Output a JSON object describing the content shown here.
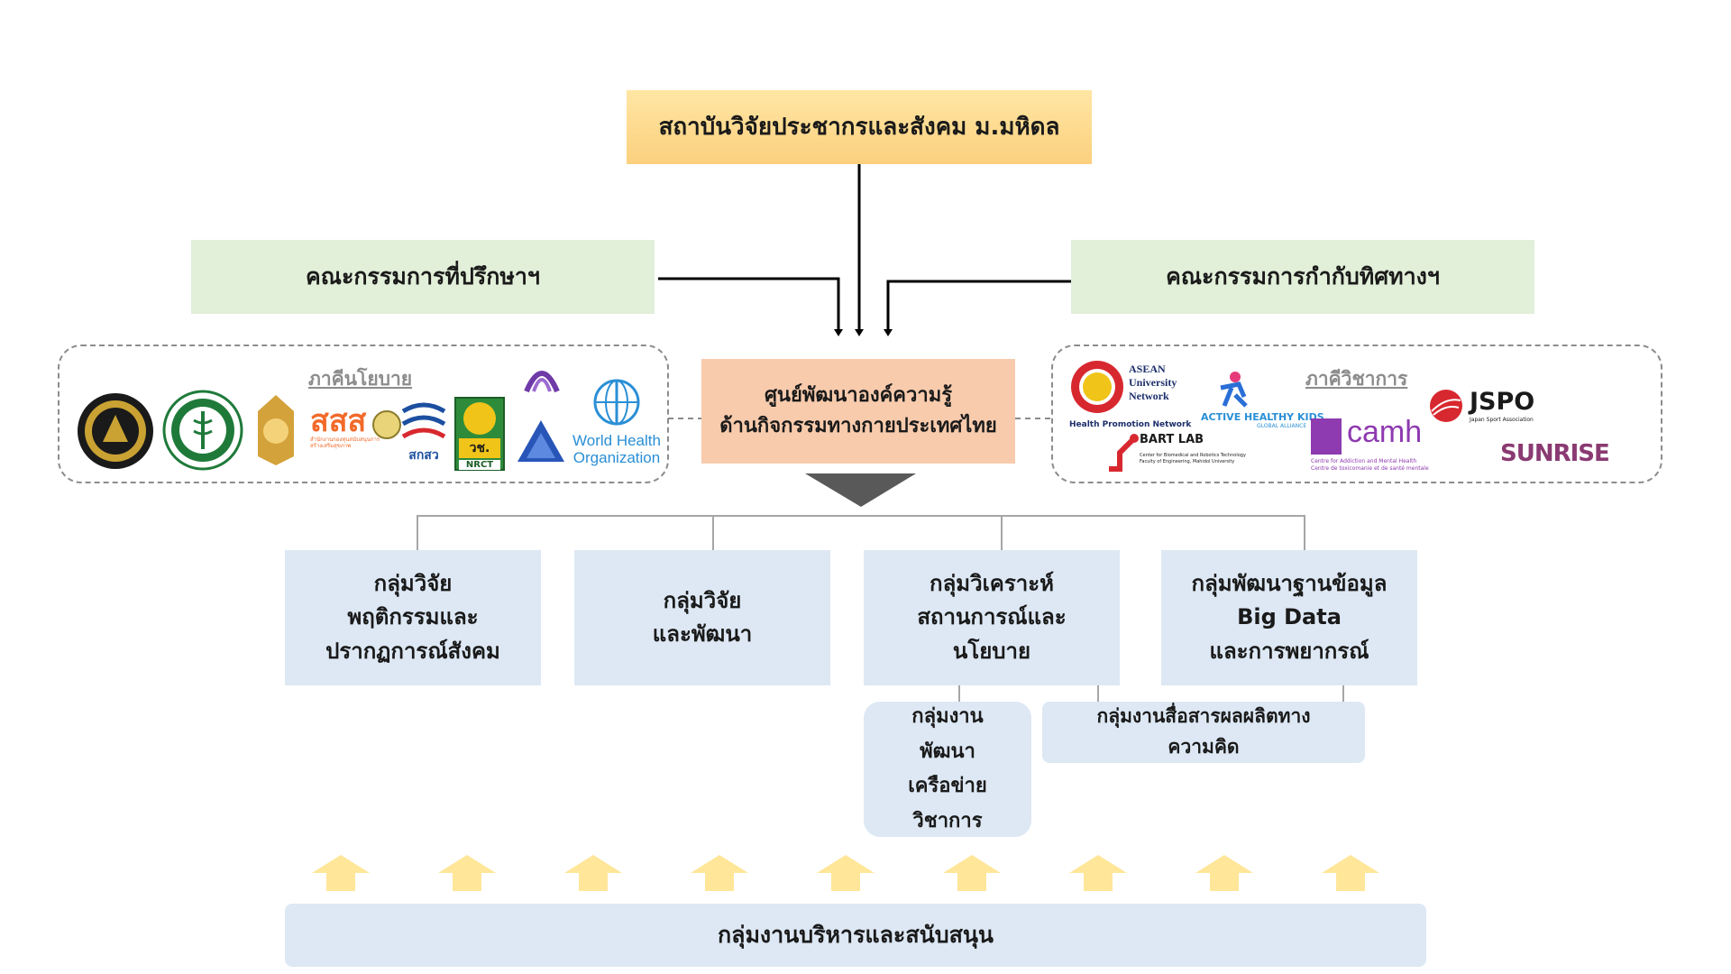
{
  "top_box": "สถาบันวิจัยประชากรและสังคม ม.มหิดล",
  "left_committee": "คณะกรรมการที่ปรึกษาฯ",
  "right_committee": "คณะกรรมการกำกับทิศทางฯ",
  "center_box": {
    "line1": "ศูนย์พัฒนาองค์ความรู้",
    "line2": "ด้านกิจกรรมทางกายประเทศไทย"
  },
  "policy_panel": {
    "title": "ภาคีนโยบาย",
    "logos": {
      "sss": "สสส",
      "sss_sub": "สำนักงานกองทุนสนับสนุนการสร้างเสริมสุขภาพ",
      "skw": "สกสว",
      "nrct_top": "วช.",
      "nrct_bottom": "NRCT",
      "who_line1": "World Health",
      "who_line2": "Organization"
    }
  },
  "academic_panel": {
    "title": "ภาคีวิชาการ",
    "logos": {
      "aun_line1": "ASEAN",
      "aun_line2": "University",
      "aun_line3": "Network",
      "aun_sub": "Health Promotion Network",
      "ahk": "ACTIVE HEALTHY KIDS",
      "ahk_sub": "GLOBAL ALLIANCE",
      "jspo": "JSPO",
      "jspo_sub": "Japan Sport Association",
      "bart": "BART LAB",
      "bart_sub1": "Center for Biomedical and Robotics Technology",
      "bart_sub2": "Faculty of Engineering, Mahidol University",
      "camh": "camh",
      "camh_sub1": "Centre for Addiction and Mental Health",
      "camh_sub2": "Centre de toxicomanie et de santé mentale",
      "sunrise": "SUNRISE"
    }
  },
  "groups": [
    "กลุ่มวิจัย\nพฤติกรรมและ\nปรากฏการณ์สังคม",
    "กลุ่มวิจัย\nและพัฒนา",
    "กลุ่มวิเคราะห์\nสถานการณ์และ\nนโยบาย",
    "กลุ่มพัฒนาฐานข้อมูล\nBig Data\nและการพยากรณ์"
  ],
  "sub_groups": [
    "กลุ่มงาน\nพัฒนา\nเครือข่าย\nวิชาการ",
    "กลุ่มงานสื่อสารผลผลิตทาง\nความคิด"
  ],
  "bottom_box": "กลุ่มงานบริหารและสนับสนุน",
  "colors": {
    "top": "#fbd07e",
    "committee": "#e2efd9",
    "center": "#f8cbad",
    "group": "#dde8f4",
    "up_arrow": "#ffe699"
  }
}
